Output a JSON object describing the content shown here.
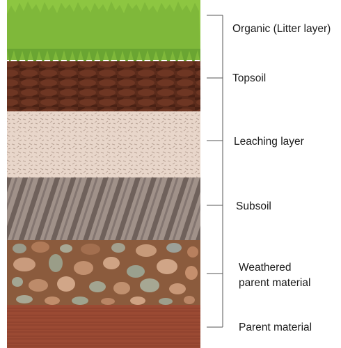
{
  "diagram": {
    "layers": [
      {
        "id": "organic",
        "label": "Organic (Litter layer)",
        "color": "#8cc63f"
      },
      {
        "id": "topsoil",
        "label": "Topsoil",
        "color": "#5a2a1a"
      },
      {
        "id": "leaching",
        "label": "Leaching layer",
        "color": "#e6d3c6"
      },
      {
        "id": "subsoil",
        "label": "Subsoil",
        "color": "#8a7b74"
      },
      {
        "id": "weathered",
        "label": "Weathered",
        "label2": "parent material",
        "color": "#8a5a3c"
      },
      {
        "id": "parent",
        "label": "Parent material",
        "color": "#9c4a33"
      }
    ]
  }
}
